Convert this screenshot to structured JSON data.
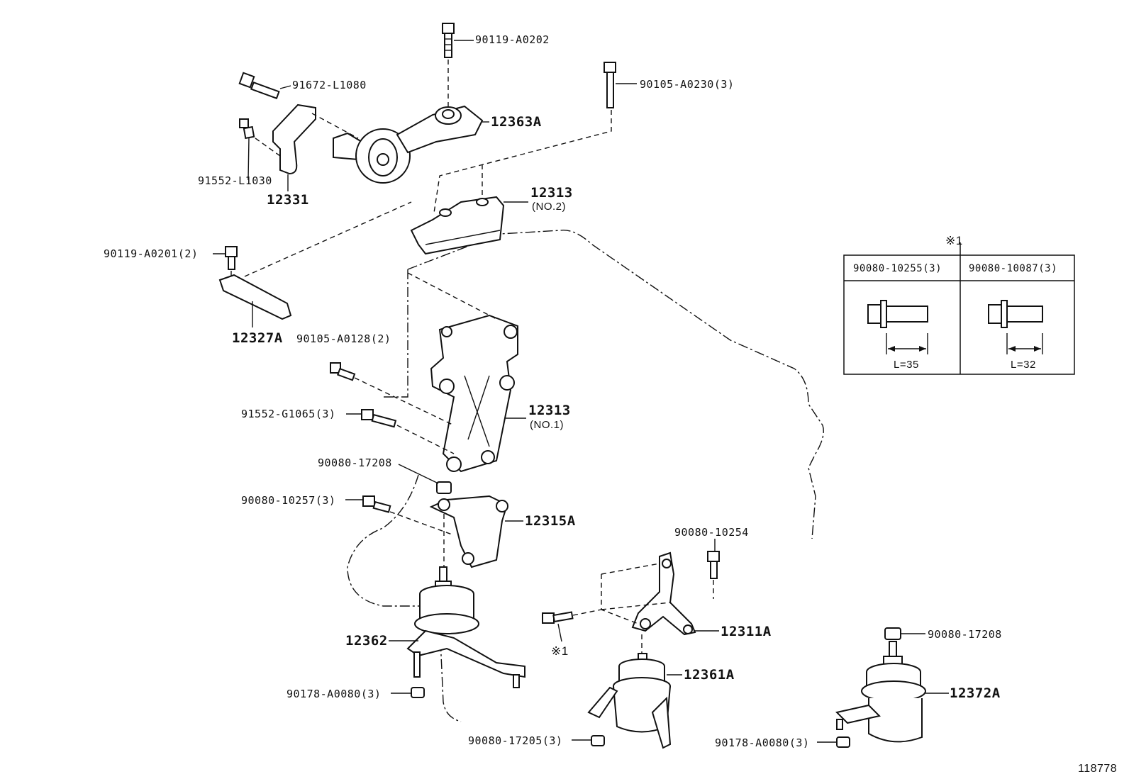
{
  "diagram_id": "118778",
  "labels": {
    "p_90119_A0202": "90119-A0202",
    "p_91672_L1080": "91672-L1080",
    "p_90105_A0230": "90105-A0230(3)",
    "p_12363A": "12363A",
    "p_91552_L1030": "91552-L1030",
    "p_12331": "12331",
    "p_12313_no2": "12313",
    "p_12313_no2_sub": "(NO.2)",
    "p_90119_A0201": "90119-A0201(2)",
    "p_12327A": "12327A",
    "p_90105_A0128": "90105-A0128(2)",
    "p_91552_G1065": "91552-G1065(3)",
    "p_12313_no1": "12313",
    "p_12313_no1_sub": "(NO.1)",
    "p_90080_17208_a": "90080-17208",
    "p_90080_10257": "90080-10257(3)",
    "p_12315A": "12315A",
    "p_90080_10254": "90080-10254",
    "p_12311A": "12311A",
    "p_ref_mark_bolt": "※1",
    "p_12362": "12362",
    "p_12361A": "12361A",
    "p_90178_A0080_a": "90178-A0080(3)",
    "p_90080_17205": "90080-17205(3)",
    "p_90080_17208_b": "90080-17208",
    "p_12372A": "12372A",
    "p_90178_A0080_b": "90178-A0080(3)"
  },
  "reference_table": {
    "mark": "※1",
    "columns": [
      {
        "header": "90080-10255(3)",
        "length_label": "L=35"
      },
      {
        "header": "90080-10087(3)",
        "length_label": "L=32"
      }
    ]
  }
}
